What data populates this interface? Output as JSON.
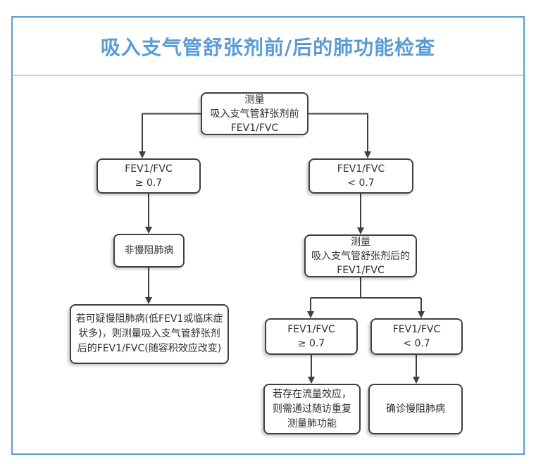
{
  "header": {
    "title": "吸入支气管舒张剂前/后的肺功能检查"
  },
  "flowchart": {
    "nodes": [
      {
        "id": "pre-measure",
        "lines": [
          "测量",
          "吸入支气管舒张剂前",
          "FEV1/FVC"
        ]
      },
      {
        "id": "pre-ratio-high",
        "lines": [
          "FEV1/FVC",
          "≥ 0.7"
        ]
      },
      {
        "id": "pre-ratio-low",
        "lines": [
          "FEV1/FVC",
          "< 0.7"
        ]
      },
      {
        "id": "non-copd",
        "lines": [
          "非慢阻肺病"
        ]
      },
      {
        "id": "post-measure",
        "lines": [
          "测量",
          "吸入支气管舒张剂后的",
          "FEV1/FVC"
        ]
      },
      {
        "id": "suspect-note",
        "lines": [
          "若可疑慢阻肺病(低FEV1或临床症",
          "状多)，则测量吸入支气管舒张剂",
          "后的FEV1/FVC(随容积效应改变)"
        ]
      },
      {
        "id": "post-ratio-high",
        "lines": [
          "FEV1/FVC",
          "≥ 0.7"
        ]
      },
      {
        "id": "post-ratio-low",
        "lines": [
          "FEV1/FVC",
          "< 0.7"
        ]
      },
      {
        "id": "flow-effect-note",
        "lines": [
          "若存在流量效应，",
          "则需通过随访重复",
          "测量肺功能"
        ]
      },
      {
        "id": "copd-confirmed",
        "lines": [
          "确诊慢阻肺病"
        ]
      }
    ]
  },
  "colors": {
    "accent_blue": "#5b9bd5",
    "divider_blue": "#bdd7ee",
    "line_gray": "#3f3f3f",
    "text": "#2f2f2f"
  }
}
